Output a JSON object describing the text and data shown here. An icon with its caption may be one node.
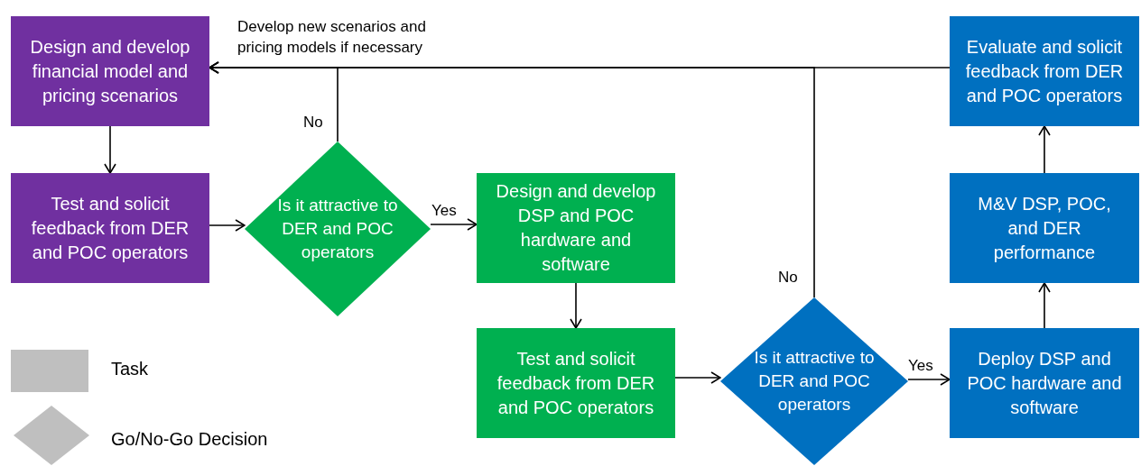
{
  "diagram": {
    "nodes": [
      {
        "text": [
          "Design and develop financial model and pricing scenarios"
        ]
      },
      {
        "text": [
          "Test and solicit feedback from DER and POC operators"
        ]
      },
      {
        "text": [
          "Is it attractive to DER and POC operators"
        ]
      },
      {
        "text": [
          "Design and develop DSP and POC hardware and software"
        ]
      },
      {
        "text": [
          "Test and solicit feedback from DER and POC operators"
        ]
      },
      {
        "text": [
          "Is it attractive to DER and POC operators"
        ]
      },
      {
        "text": [
          "Deploy DSP and POC hardware and software"
        ]
      },
      {
        "text": [
          "M&V DSP, POC, and DER performance"
        ]
      },
      {
        "text": [
          "Evaluate and solicit feedback from DER and POC operators"
        ]
      }
    ],
    "edges": [
      {
        "from": 0,
        "to": 1,
        "arrow": "to"
      },
      {
        "from": 1,
        "to": 2,
        "arrow": "to"
      },
      {
        "from": 2,
        "to": 3,
        "arrow": "to",
        "label": "Yes"
      },
      {
        "from": 3,
        "to": 4,
        "arrow": "to"
      },
      {
        "from": 4,
        "to": 5,
        "arrow": "to"
      },
      {
        "from": 5,
        "to": 6,
        "arrow": "to",
        "label": "Yes"
      },
      {
        "from": 6,
        "to": 7,
        "arrow": "to"
      },
      {
        "from": 7,
        "to": 8,
        "arrow": "to"
      },
      {
        "from": 8,
        "to": 0,
        "arrow": "to",
        "label": "Develop new scenarios and pricing models if necessary"
      },
      {
        "from": 2,
        "to": 0,
        "arrow": "to",
        "label": "No"
      },
      {
        "from": 5,
        "to": 0,
        "arrow": "to",
        "label": "No"
      }
    ],
    "legend": [
      {
        "text": "Task"
      },
      {
        "text": "Go/No-Go Decision"
      }
    ]
  }
}
